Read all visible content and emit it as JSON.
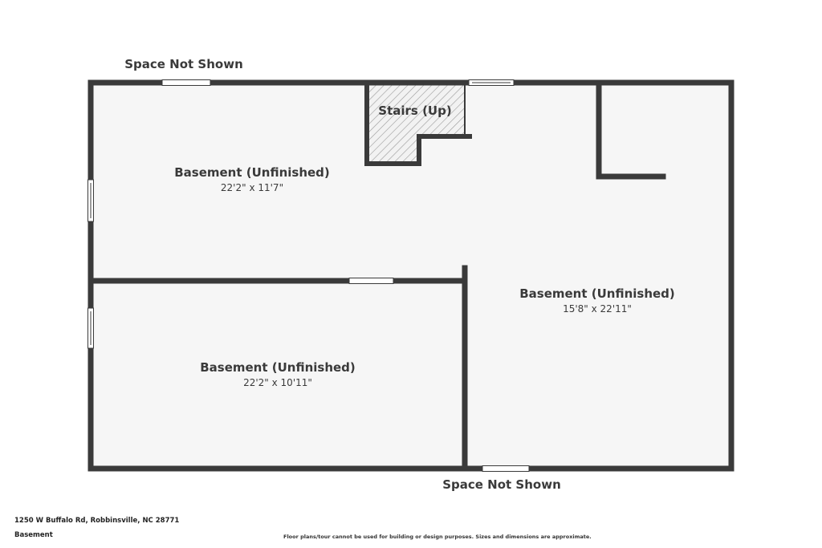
{
  "rooms": [
    {
      "name": "Basement (Unfinished)",
      "dimensions": "22'2\" x 11'7\""
    },
    {
      "name": "Basement (Unfinished)",
      "dimensions": "15'8\" x 22'11\""
    },
    {
      "name": "Basement (Unfinished)",
      "dimensions": "22'2\" x 10'11\""
    }
  ],
  "stairs": {
    "label": "Stairs (Up)"
  },
  "outside_labels": {
    "top": "Space Not Shown",
    "bottom": "Space Not Shown"
  },
  "footer": {
    "address": "1250 W Buffalo Rd, Robbinsville, NC 28771",
    "level": "Basement",
    "disclaimer": "Floor plans/tour cannot be used for building or design purposes. Sizes and dimensions are approximate."
  },
  "colors": {
    "wall": "#3a3a3a",
    "floor": "#f6f6f6",
    "text": "#3a3a3a"
  }
}
